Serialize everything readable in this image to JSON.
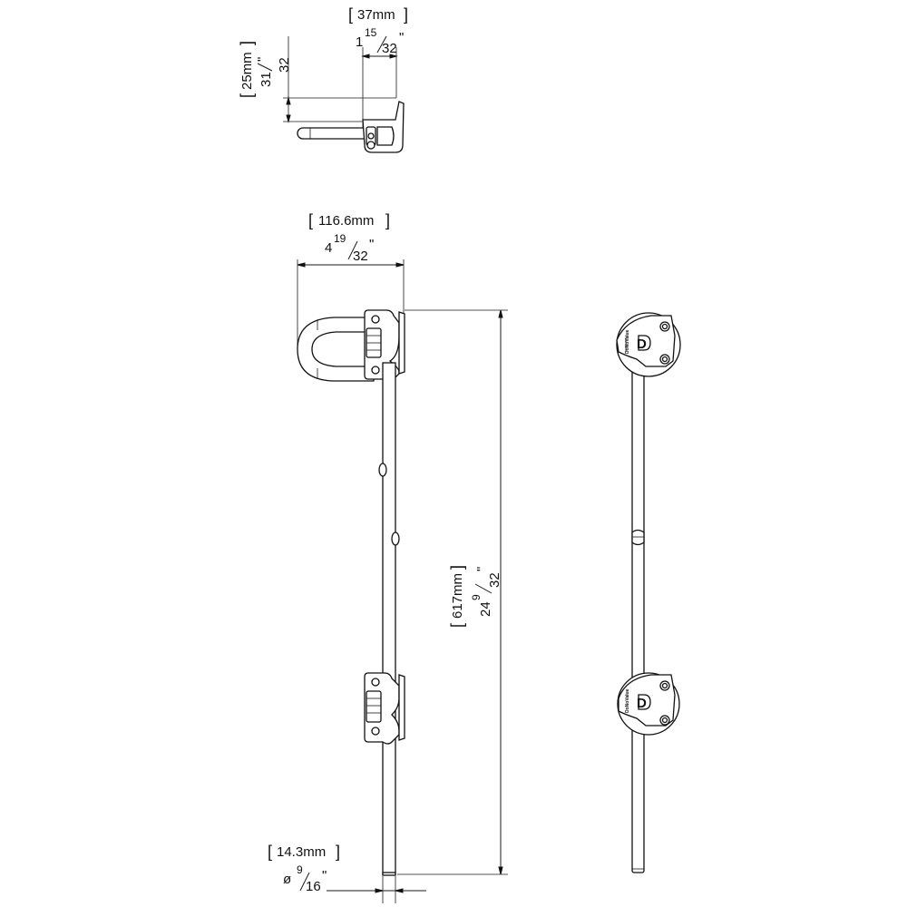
{
  "dimensions": {
    "top_width": {
      "mm": "37mm",
      "inch_whole": "1",
      "inch_num": "15",
      "inch_den": "32",
      "inch_unit": "\""
    },
    "top_height": {
      "mm": "25mm",
      "inch_whole": "31",
      "inch_num": "",
      "inch_den": "32",
      "inch_unit": "\""
    },
    "overall_width": {
      "mm": "116.6mm",
      "inch_whole": "4",
      "inch_num": "19",
      "inch_den": "32",
      "inch_unit": "\""
    },
    "overall_length": {
      "mm": "617mm",
      "inch_whole": "24",
      "inch_num": "9",
      "inch_den": "32",
      "inch_unit": "\""
    },
    "rod_diameter": {
      "mm": "14.3mm",
      "symbol": "ø",
      "inch_num": "9",
      "inch_den": "16",
      "inch_unit": "\""
    }
  },
  "brand": {
    "logo_letter": "D",
    "logo_text": "DoNoValue"
  },
  "colors": {
    "line": "#1a1a1a",
    "background": "#ffffff"
  }
}
